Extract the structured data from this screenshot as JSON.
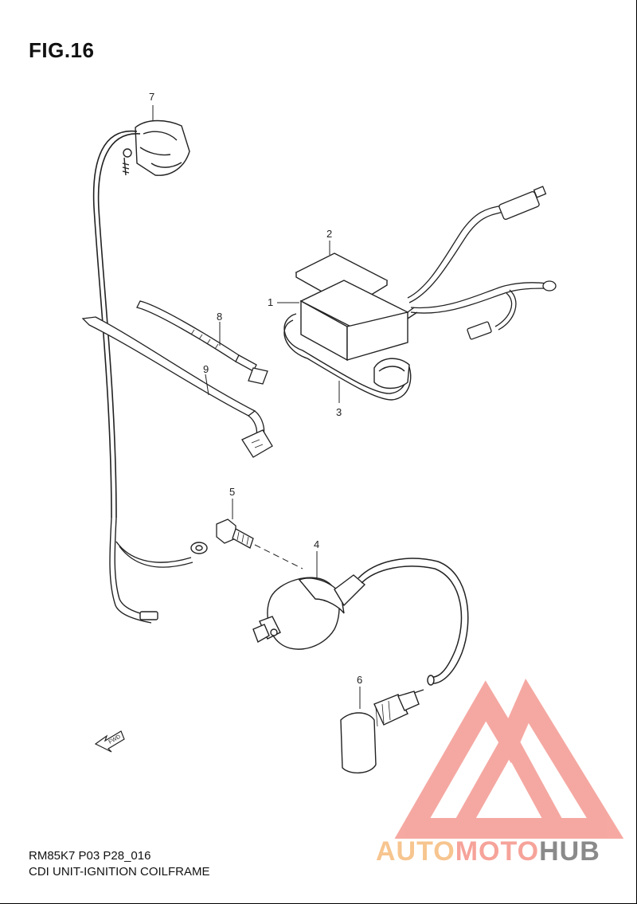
{
  "figure": {
    "title": "FIG.16",
    "model_code": "RM85K7 P03 P28_016",
    "caption": "CDI UNIT-IGNITION COILFRAME"
  },
  "callouts": [
    {
      "id": "1",
      "label": "1"
    },
    {
      "id": "2",
      "label": "2"
    },
    {
      "id": "3",
      "label": "3"
    },
    {
      "id": "4",
      "label": "4"
    },
    {
      "id": "5",
      "label": "5"
    },
    {
      "id": "6",
      "label": "6"
    },
    {
      "id": "7",
      "label": "7"
    },
    {
      "id": "8",
      "label": "8"
    },
    {
      "id": "9",
      "label": "9"
    }
  ],
  "direction_marker": {
    "label": "FWD"
  },
  "watermark": {
    "part1": "AUTO",
    "part2": "MOTO",
    "part3": "HUB",
    "colors": {
      "auto": "#f7c58f",
      "moto": "#f6a39a",
      "hub": "#8a8a8a",
      "logo": "#f49a92"
    }
  },
  "tie_markings": {
    "tie9": "- 08 -",
    "tie_long": "- 08 -"
  }
}
